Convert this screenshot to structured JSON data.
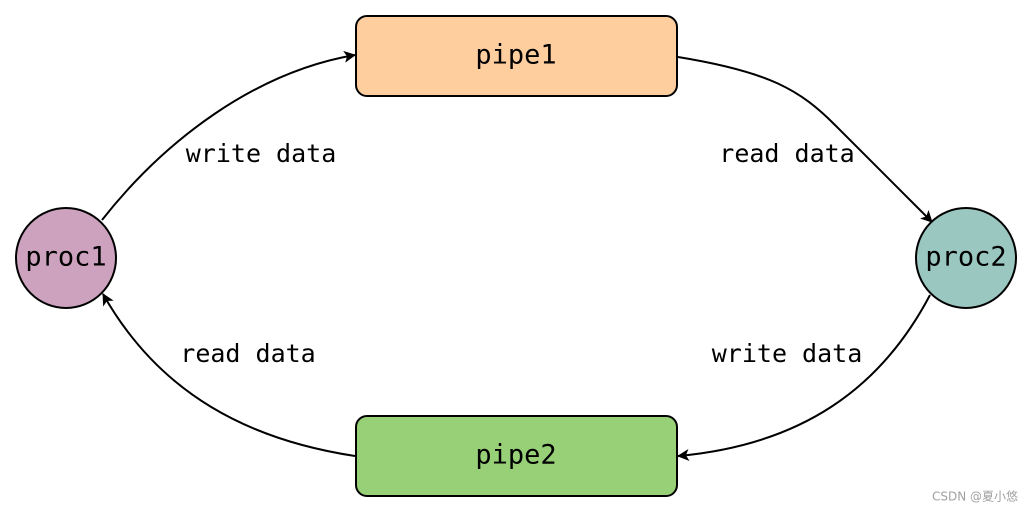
{
  "nodes": {
    "pipe1": {
      "label": "pipe1",
      "fill": "#FFCE9F"
    },
    "pipe2": {
      "label": "pipe2",
      "fill": "#97D077"
    },
    "proc1": {
      "label": "proc1",
      "fill": "#CDA2BE"
    },
    "proc2": {
      "label": "proc2",
      "fill": "#9AC7BF"
    }
  },
  "edges": {
    "proc1_to_pipe1": "write data",
    "pipe1_to_proc2": "read data",
    "proc2_to_pipe2": "write data",
    "pipe2_to_proc1": "read data"
  },
  "colors": {
    "stroke": "#000000",
    "background": "#FFFFFF"
  },
  "watermark": "CSDN @夏小悠"
}
